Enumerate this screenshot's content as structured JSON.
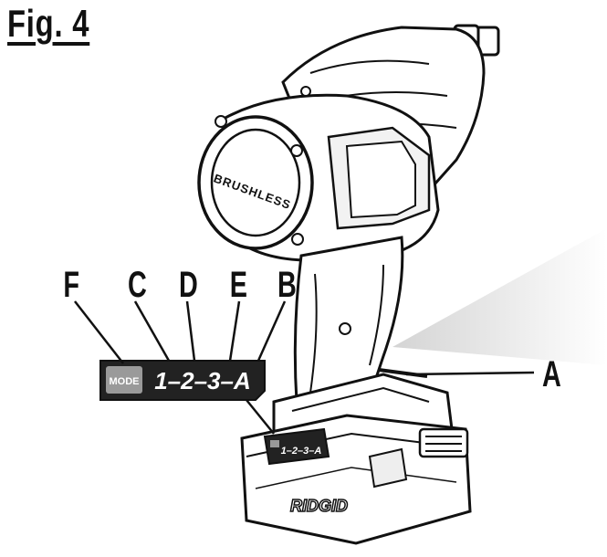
{
  "figure": {
    "title": "Fig. 4"
  },
  "callouts": {
    "a": "A",
    "b": "B",
    "c": "C",
    "d": "D",
    "e": "E",
    "f": "F"
  },
  "control_panel": {
    "mode_label": "MODE",
    "speed_sequence": "1–2–3–A"
  },
  "tool": {
    "housing_text": "BRUSHLESS",
    "brand": "RIDGID"
  }
}
